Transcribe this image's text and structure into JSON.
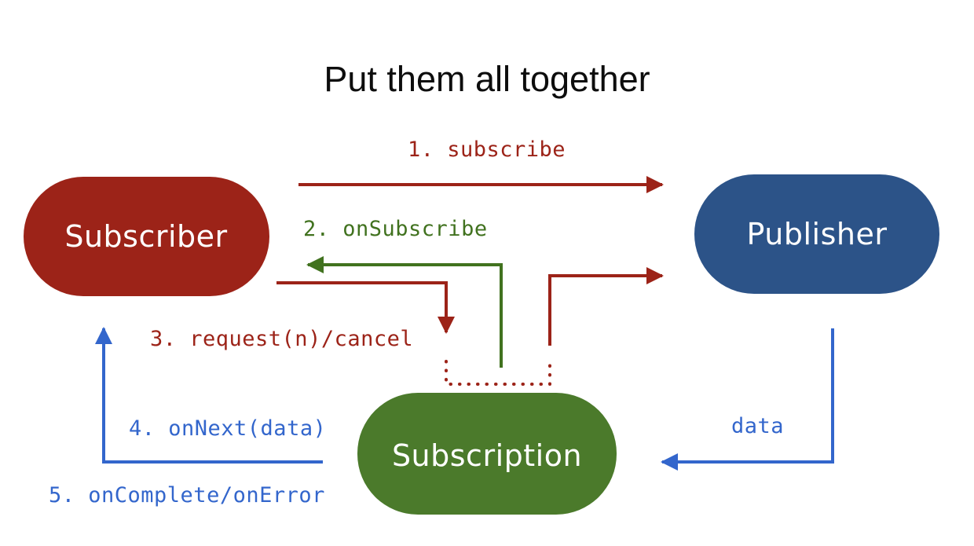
{
  "title": "Put them all together",
  "colors": {
    "subscriber": "#9C2318",
    "publisher": "#2C5388",
    "subscription": "#4B7A2B",
    "red_flow": "#9C2318",
    "green_flow": "#41721F",
    "blue_flow": "#3366CC",
    "title_text": "#0D0D0D",
    "node_text": "#FFFFFF",
    "background": "#FFFFFF"
  },
  "nodes": {
    "subscriber": {
      "label": "Subscriber"
    },
    "publisher": {
      "label": "Publisher"
    },
    "subscription": {
      "label": "Subscription"
    }
  },
  "edges": [
    {
      "id": "step1",
      "label": "1. subscribe",
      "color": "red",
      "from": "Subscriber",
      "to": "Publisher"
    },
    {
      "id": "step2",
      "label": "2. onSubscribe",
      "color": "green",
      "from": "Subscription",
      "to": "Subscriber"
    },
    {
      "id": "step3",
      "label": "3. request(n)/cancel",
      "color": "red",
      "from": "Subscriber",
      "to": "Subscription"
    },
    {
      "id": "step4",
      "label": "4. onNext(data)",
      "color": "blue",
      "from": "Subscription",
      "to": "Subscriber"
    },
    {
      "id": "step5",
      "label": "5. onComplete/onError",
      "color": "blue",
      "from": "Subscription",
      "to": "Subscriber"
    },
    {
      "id": "data",
      "label": "data",
      "color": "blue",
      "from": "Publisher",
      "to": "Subscription"
    }
  ]
}
